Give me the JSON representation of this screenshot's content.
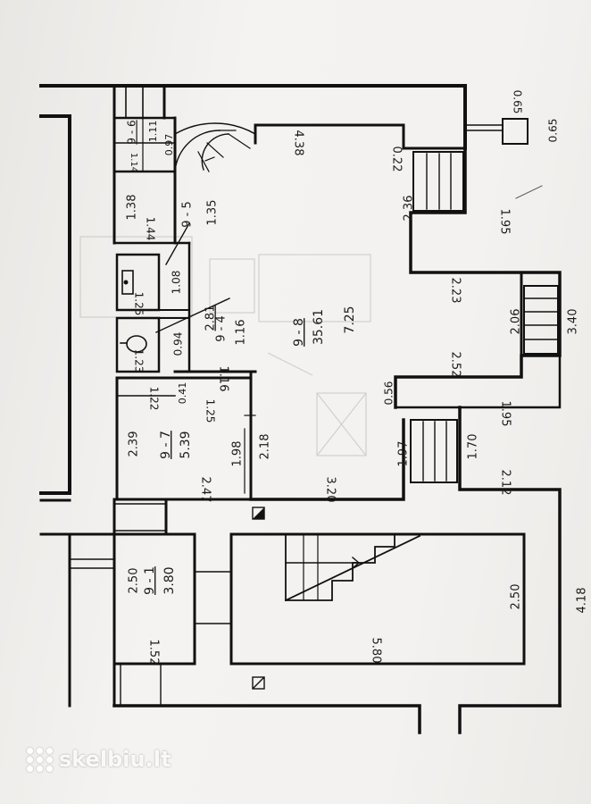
{
  "watermark": {
    "text": "skelbiu.lt"
  },
  "rooms": {
    "r98": {
      "id": "9 - 8",
      "area": "35.61"
    },
    "r97": {
      "id": "9 - 7",
      "area": "5.39"
    },
    "r91": {
      "id": "9 - 1",
      "area": "3.80"
    },
    "r94": {
      "id": "9 - 4",
      "area": "2.81"
    },
    "r95": {
      "id": "9 - 5"
    },
    "r96": {
      "id": "9 - 6"
    }
  },
  "dims": {
    "d438": "4.38",
    "d022": "0.22",
    "d236": "2.36",
    "d195a": "1.95",
    "d223": "2.23",
    "d206": "2.06",
    "d340": "3.40",
    "d252": "2.52",
    "d056": "0.56",
    "d195b": "1.95",
    "d197": "1.97",
    "d170": "1.70",
    "d212": "2.12",
    "d320": "3.20",
    "d218": "2.18",
    "d198": "1.98",
    "d247": "2.47",
    "d239": "2.39",
    "d122": "1.22",
    "d041": "0.41",
    "d125a": "1.25",
    "d116a": "1.16",
    "d116b": "1.16",
    "d725": "7.25",
    "d135": "1.35",
    "d138": "1.38",
    "d144": "1.44",
    "d108": "1.08",
    "d125b": "1.25",
    "d094": "0.94",
    "d123": "1.23",
    "d111": "1.11",
    "d097": "0.97",
    "d114": "1.14",
    "d065a": "0.65",
    "d065b": "0.65",
    "d250a": "2.50",
    "d152": "1.52",
    "d250b": "2.50",
    "d580": "5.80",
    "d418": "4.18"
  },
  "colors": {
    "ink": "#111111",
    "paper": "#f3f2f0",
    "faint": "#c9c7c3"
  }
}
